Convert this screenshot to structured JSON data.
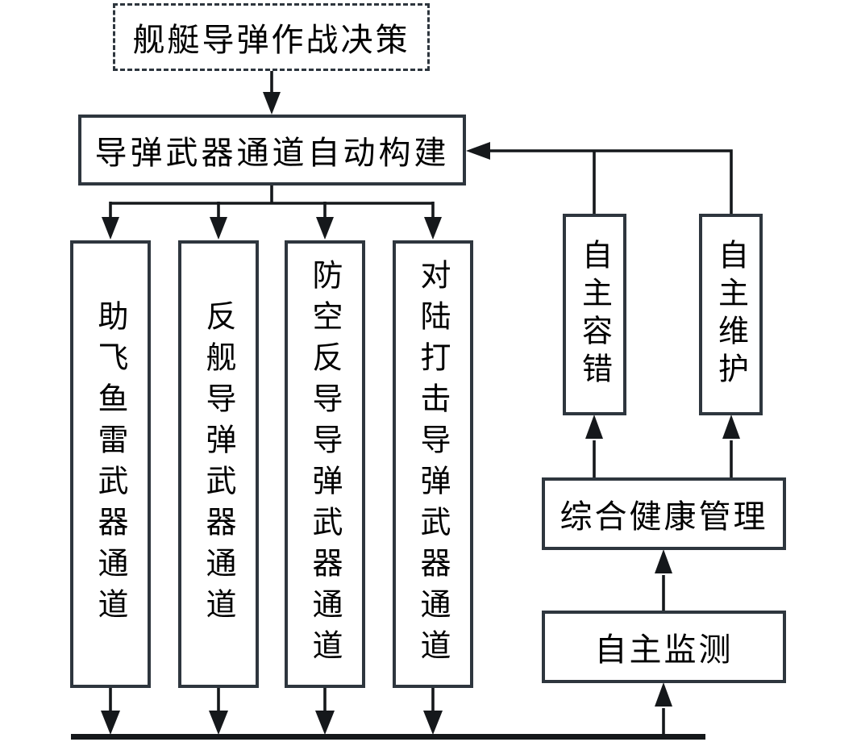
{
  "diagram": {
    "decision": "舰艇导弹作战决策",
    "builder": "导弹武器通道自动构建",
    "channels": [
      "助飞鱼雷武器通道",
      "反舰导弹武器通道",
      "防空反导导弹武器通道",
      "对陆打击导弹武器通道"
    ],
    "fault_tolerance": "自主容错",
    "maintenance": "自主维护",
    "health_management": "综合健康管理",
    "monitoring": "自主监测"
  },
  "colors": {
    "box_border": "#2e363e",
    "connector": "#15181b",
    "text": "#000000",
    "background": "#ffffff"
  }
}
